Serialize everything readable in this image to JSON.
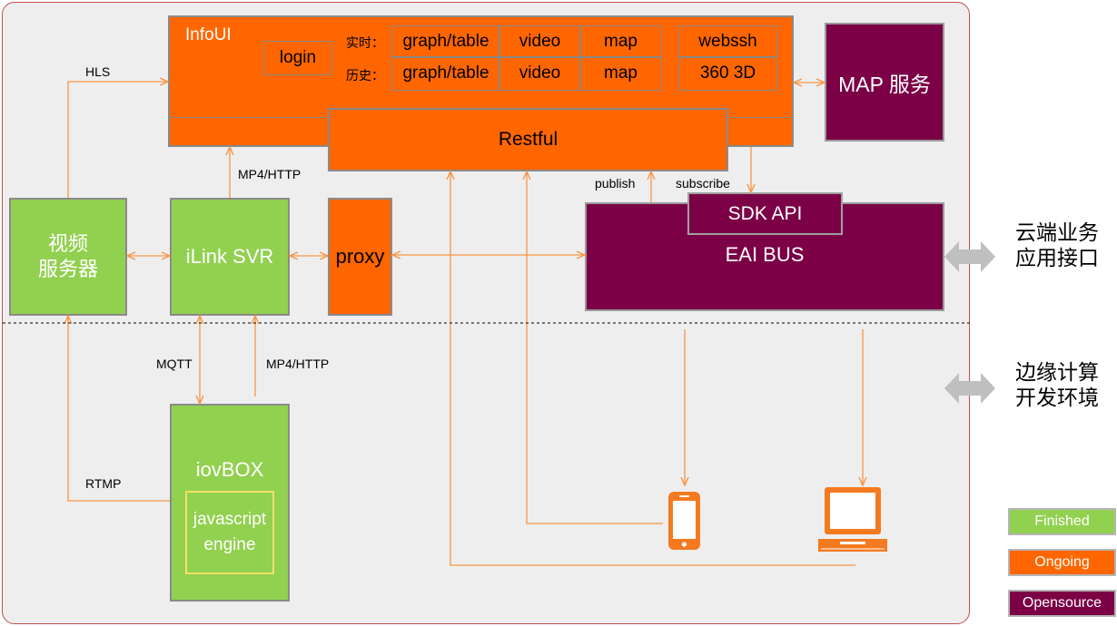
{
  "infoui": {
    "title": "InfoUI",
    "login": "login",
    "realtime_label": "实时：",
    "history_label": "历史：",
    "realtime_row": [
      "graph/table",
      "video",
      "map"
    ],
    "history_row": [
      "graph/table",
      "video",
      "map"
    ],
    "extra": [
      "webssh",
      "360 3D"
    ]
  },
  "map_service": "MAP 服务",
  "restful": "Restful",
  "video_server": [
    "视频",
    "服务器"
  ],
  "ilink_svr": "iLink SVR",
  "proxy": "proxy",
  "sdk_api": "SDK API",
  "eai_bus": "EAI BUS",
  "iovbox": {
    "title": "iovBOX",
    "engine": [
      "javascript",
      "engine"
    ]
  },
  "edge_labels": {
    "hls": "HLS",
    "mp4_http_top": "MP4/HTTP",
    "mqtt": "MQTT",
    "mp4_http_bottom": "MP4/HTTP",
    "rtmp": "RTMP",
    "publish": "publish",
    "subscribe": "subscribe"
  },
  "side_labels": {
    "cloud": [
      "云端业务",
      "应用接口"
    ],
    "edge": [
      "边缘计算",
      "开发环境"
    ]
  },
  "legend": [
    {
      "label": "Finished",
      "color": "#92d050"
    },
    {
      "label": "Ongoing",
      "color": "#ff6600"
    },
    {
      "label": "Opensource",
      "color": "#7b0046"
    }
  ],
  "colors": {
    "finished": "#92d050",
    "ongoing": "#ff6600",
    "opensource": "#7b0046",
    "connector": "#f79646",
    "frame_border": "#c0504d"
  },
  "icons": [
    "phone-icon",
    "laptop-icon",
    "double-arrow-icon"
  ]
}
